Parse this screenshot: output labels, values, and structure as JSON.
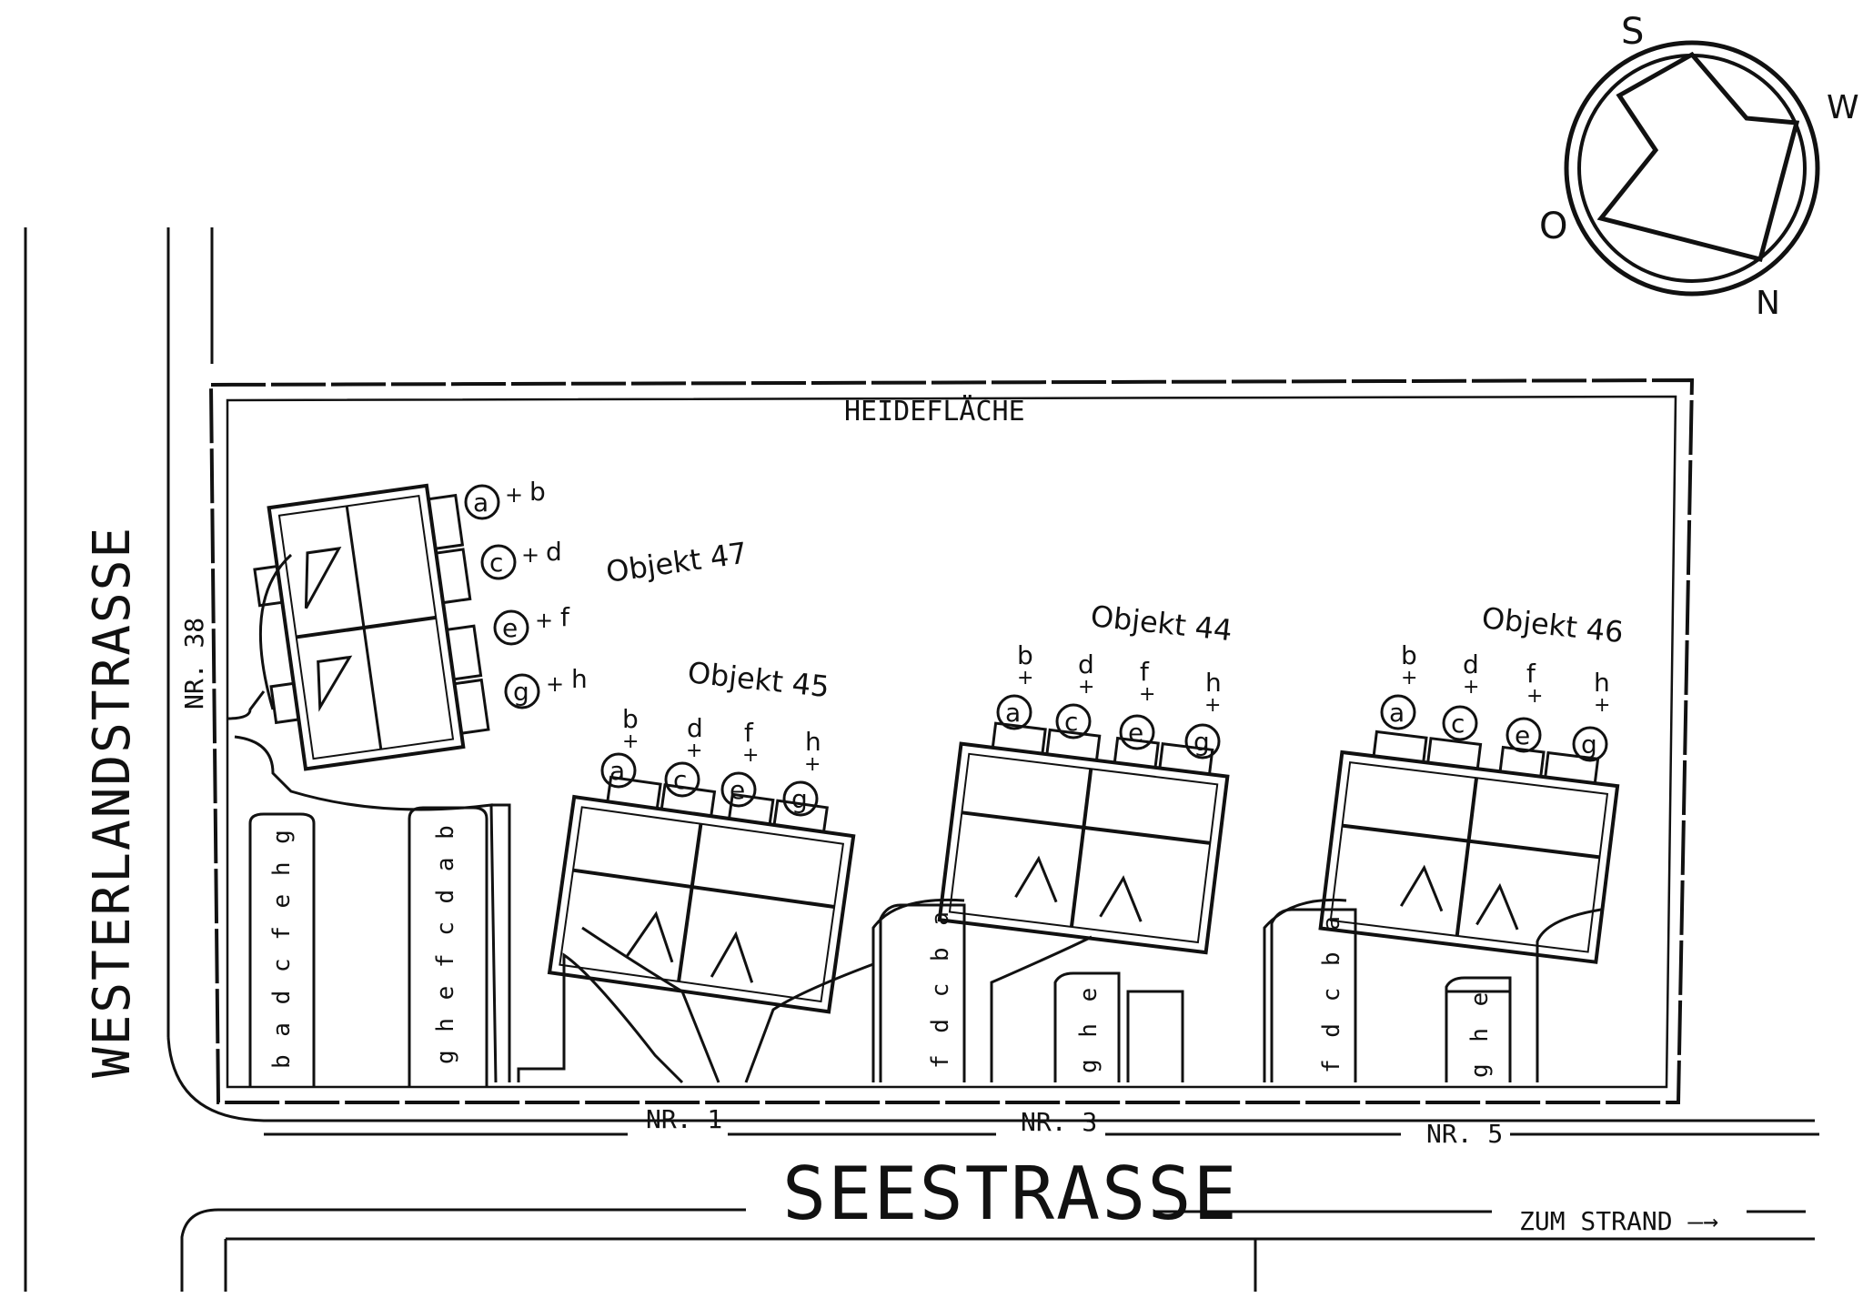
{
  "streets": {
    "west": "WESTERLANDSTRASSE",
    "south": "SEESTRASSE"
  },
  "house_numbers": {
    "west": "NR. 38",
    "south_1": "NR. 1",
    "south_3": "NR. 3",
    "south_5": "NR. 5"
  },
  "directions": {
    "beach": "ZUM STRAND —→"
  },
  "area": {
    "heath": "HEIDEFLÄCHE"
  },
  "compass": {
    "s": "S",
    "w": "W",
    "n": "N",
    "o": "O"
  },
  "objects": {
    "obj47": {
      "label": "Objekt 47",
      "units": [
        {
          "circle": "a",
          "plain": "b"
        },
        {
          "circle": "c",
          "plain": "d"
        },
        {
          "circle": "e",
          "plain": "f"
        },
        {
          "circle": "g",
          "plain": "h"
        }
      ]
    },
    "obj45": {
      "label": "Objekt 45",
      "units": [
        {
          "circle": "a",
          "plain": "b"
        },
        {
          "circle": "c",
          "plain": "d"
        },
        {
          "circle": "e",
          "plain": "f"
        },
        {
          "circle": "g",
          "plain": "h"
        }
      ]
    },
    "obj44": {
      "label": "Objekt 44",
      "units": [
        {
          "circle": "a",
          "plain": "b"
        },
        {
          "circle": "c",
          "plain": "d"
        },
        {
          "circle": "e",
          "plain": "f"
        },
        {
          "circle": "g",
          "plain": "h"
        }
      ]
    },
    "obj46": {
      "label": "Objekt 46",
      "units": [
        {
          "circle": "a",
          "plain": "b"
        },
        {
          "circle": "c",
          "plain": "d"
        },
        {
          "circle": "e",
          "plain": "f"
        },
        {
          "circle": "g",
          "plain": "h"
        }
      ]
    }
  },
  "parking": {
    "p47a": "b a d c f e h g",
    "p47b": "g h e f c d a b",
    "p44a": "f d c b a",
    "p44b": "g h e",
    "p46a": "f d c b a",
    "p46b": "g h e"
  }
}
